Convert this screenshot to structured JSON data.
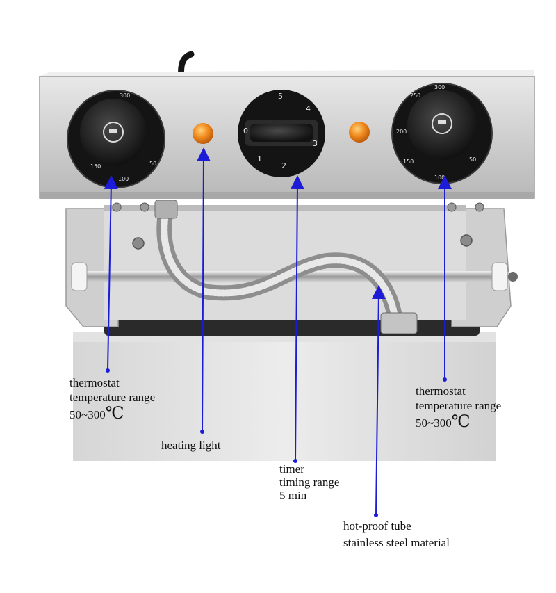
{
  "labels": {
    "thermostat_left": {
      "line1": "thermostat",
      "line2": "temperature range",
      "range_value": "50~300",
      "unit": "℃"
    },
    "heating_light": {
      "line1": "heating light"
    },
    "timer": {
      "line1": "timer",
      "line2": "timing range",
      "line3": "5 min"
    },
    "tube": {
      "line1": "hot-proof tube",
      "line2": "stainless steel material"
    },
    "thermostat_right": {
      "line1": "thermostat",
      "line2": "temperature range",
      "range_value": "50~300",
      "unit": "℃"
    }
  },
  "dials": {
    "left_thermostat_marks": [
      "300",
      "100",
      "150",
      "50"
    ],
    "timer_marks": [
      "5",
      "4",
      "3",
      "2",
      "1",
      "0"
    ],
    "right_thermostat_marks": [
      "300",
      "250",
      "200",
      "150",
      "100",
      "50"
    ]
  },
  "colors": {
    "arrow": "#1b1bd8",
    "steel": "#c9c9c9",
    "knob": "#1c1c1c",
    "light": "#f08a1e"
  }
}
